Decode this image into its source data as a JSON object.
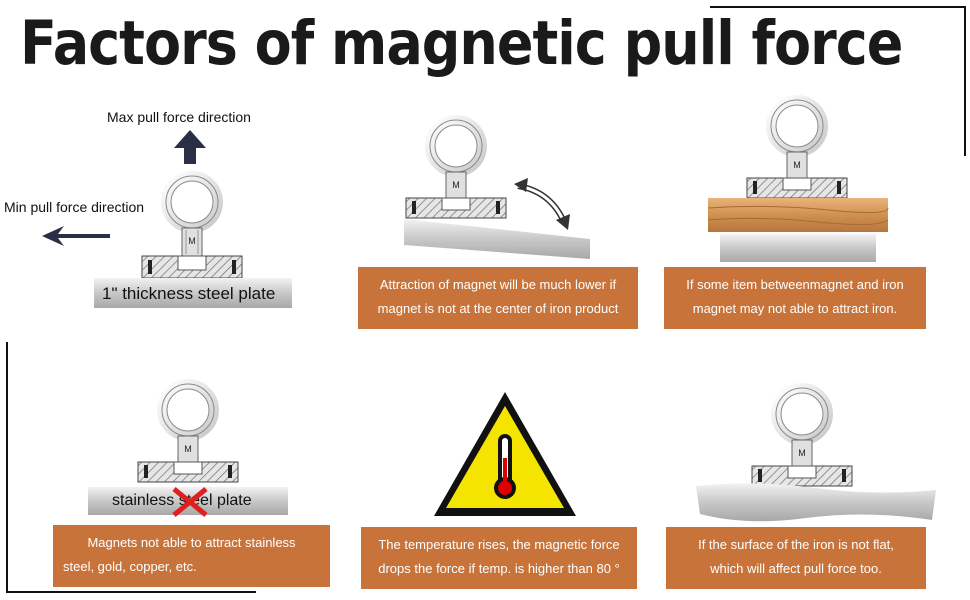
{
  "title": "Factors of magnetic pull force",
  "panel1": {
    "max_label": "Max pull force direction",
    "min_label": "Min pull force direction",
    "plate_label": "1\" thickness steel plate",
    "magnet_mark": "M"
  },
  "panel2": {
    "magnet_mark": "M",
    "caption_line1": "Attraction of magnet will be much lower if",
    "caption_line2": "magnet is not at the center of iron product"
  },
  "panel3": {
    "magnet_mark": "M",
    "caption_line1": "If some item betweenmagnet and iron",
    "caption_line2": "magnet may not able to attract iron."
  },
  "panel4": {
    "magnet_mark": "M",
    "plate_label": "stainless steel plate",
    "caption_line1": "Magnets not able to attract stainless",
    "caption_line2": "steel, gold, copper, etc."
  },
  "panel5": {
    "caption_line1": "The temperature rises, the magnetic force",
    "caption_line2": "drops the force if temp. is higher than 80 °"
  },
  "panel6": {
    "magnet_mark": "M",
    "caption_line1": "If the surface of the iron is not flat,",
    "caption_line2": "which will affect pull force too."
  },
  "colors": {
    "caption_bg": "#c8733a",
    "warning_yellow": "#f5e400",
    "cross_red": "#e02020",
    "wood": "#d9a066"
  }
}
